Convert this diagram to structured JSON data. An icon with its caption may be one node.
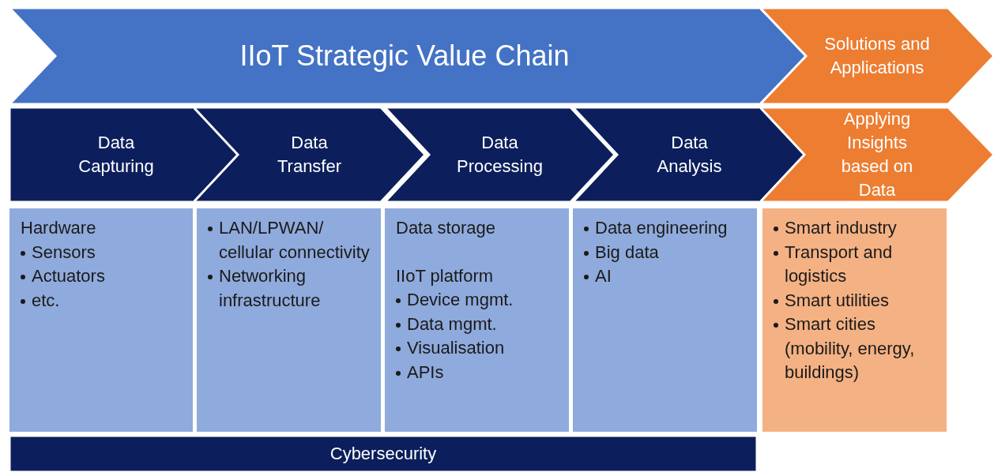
{
  "diagram": {
    "nodes": [
      {
        "text": [
          "IIoT Strategic Value Chain"
        ]
      },
      {
        "text": [
          "Solutions and Applications"
        ]
      },
      {
        "text": [
          "Data Capturing"
        ]
      },
      {
        "text": [
          "Data Transfer"
        ]
      },
      {
        "text": [
          "Data Processing"
        ]
      },
      {
        "text": [
          "Data Analysis"
        ]
      },
      {
        "text": [
          "Applying Insights based on Data"
        ]
      },
      {
        "text": [
          "Hardware",
          "Sensors",
          "Actuators",
          "etc."
        ]
      },
      {
        "text": [
          "LAN/LPWAN/ cellular connectivity",
          "Networking infrastructure"
        ]
      },
      {
        "text": [
          "Data storage",
          "IIoT platform",
          "Device mgmt.",
          "Data mgmt.",
          "Visualisation",
          "APIs"
        ]
      },
      {
        "text": [
          "Data engineering",
          "Big data",
          "AI"
        ]
      },
      {
        "text": [
          "Smart industry",
          "Transport and logistics",
          "Smart utilities",
          "Smart cities (mobility, energy, buildings)"
        ]
      },
      {
        "text": [
          "Cybersecurity"
        ]
      }
    ],
    "edges": []
  }
}
